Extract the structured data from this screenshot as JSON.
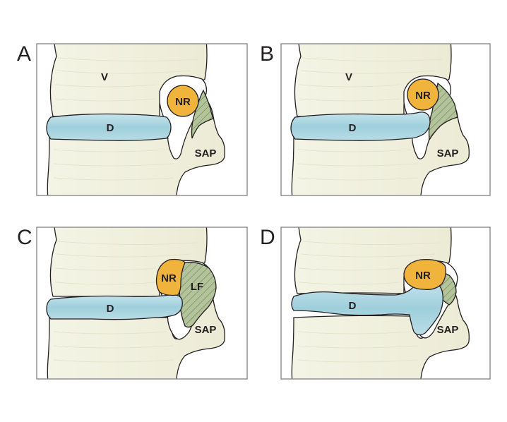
{
  "panels": [
    {
      "letter": "A",
      "labels": {
        "v": "V",
        "d": "D",
        "nr": "NR",
        "sap": "SAP"
      }
    },
    {
      "letter": "B",
      "labels": {
        "v": "V",
        "d": "D",
        "nr": "NR",
        "sap": "SAP"
      }
    },
    {
      "letter": "C",
      "labels": {
        "d": "D",
        "nr": "NR",
        "lf": "LF",
        "sap": "SAP"
      }
    },
    {
      "letter": "D",
      "labels": {
        "d": "D",
        "nr": "NR",
        "sap": "SAP"
      }
    }
  ],
  "colors": {
    "bone": "#f2f2e0",
    "disc": "#a9d3e0",
    "nerve_root": "#f0b43c",
    "ligament": "#a7b98a",
    "frame": "#8a8a8a"
  }
}
